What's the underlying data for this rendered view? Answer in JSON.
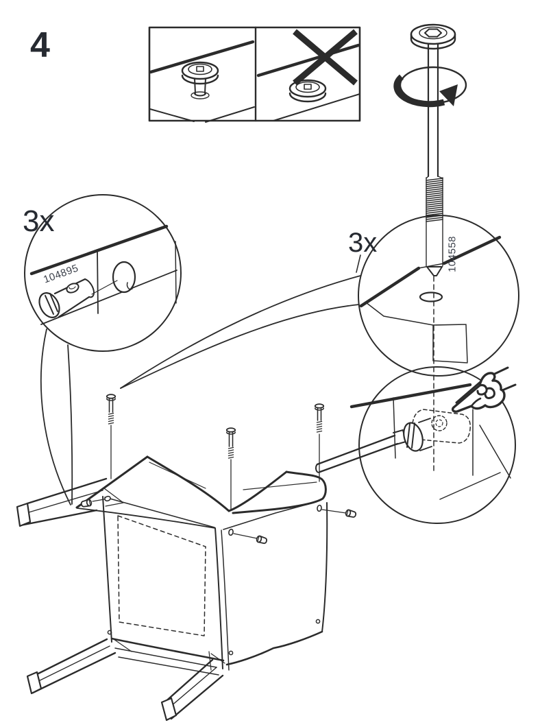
{
  "page": {
    "background": "#ffffff",
    "line_color": "#2b2b2b",
    "text_color": "#262a31"
  },
  "step": {
    "number": "4"
  },
  "do_dont_box": {
    "correct_panel_icon": "bolt-head-raised-correct",
    "incorrect_panel_icon": "bolt-head-flush-crossed-out",
    "cross_icon": "x-mark"
  },
  "parts": {
    "bolt": {
      "part_number": "104558",
      "quantity": "3x"
    },
    "barrel_nut": {
      "part_number": "104895",
      "quantity": "3x"
    }
  }
}
